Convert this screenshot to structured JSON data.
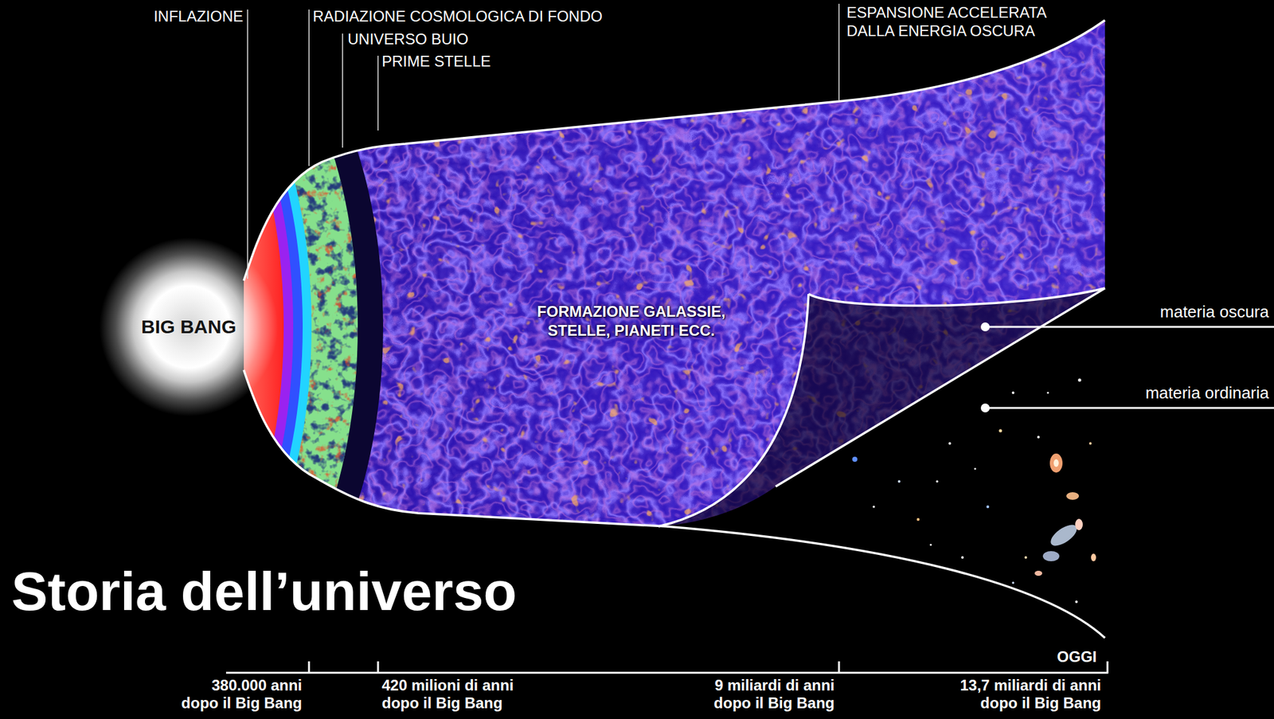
{
  "diagram": {
    "title": "Storia dell’universo",
    "nodes": [
      {
        "text": [
          "BIG BANG"
        ]
      }
    ],
    "labels": [
      "INFLAZIONE",
      "RADIAZIONE COSMOLOGICA DI FONDO",
      "UNIVERSO BUIO",
      "PRIME STELLE",
      "ESPANSIONE ACCELERATA DALLA ENERGIA OSCURA",
      "FORMAZIONE GALASSIE, STELLE, PIANETI ECC.",
      "materia oscura",
      "materia ordinaria",
      "380.000 anni dopo il Big Bang",
      "420 milioni di anni dopo il Big Bang",
      "9 miliardi di anni dopo il Big Bang",
      "OGGI",
      "13,7 miliardi di anni dopo il Big Bang"
    ]
  }
}
